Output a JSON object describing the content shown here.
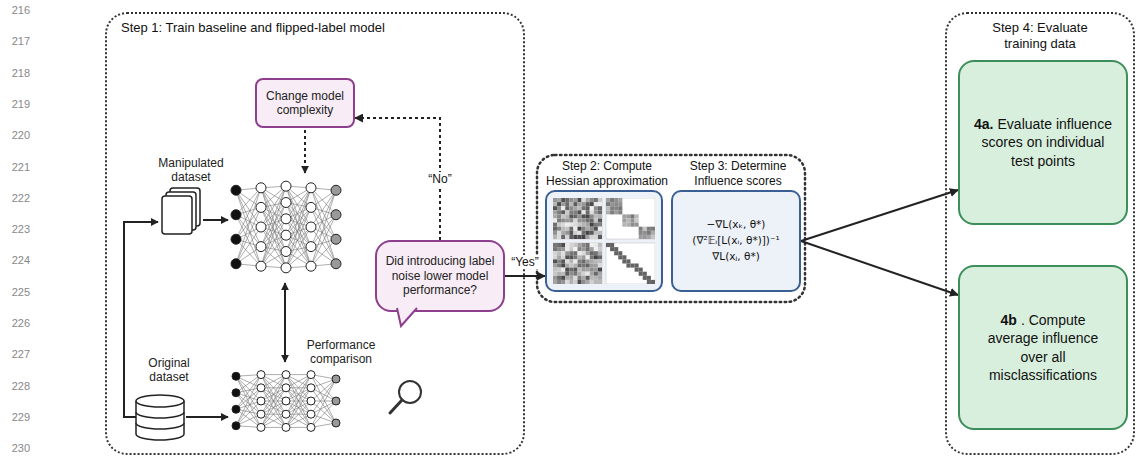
{
  "diagram": {
    "nodes": [
      {
        "text": [
          "Step 1: Train baseline and flipped-label model"
        ]
      },
      {
        "text": [
          "Change model complexity"
        ],
        "in": 0
      },
      {
        "text": [
          "Did introducing label noise lower model performance?"
        ],
        "in": 0
      },
      {
        "text": [
          "Step 2: Compute Hessian approximation"
        ]
      },
      {
        "text": [
          "Step 3: Determine Influence scores",
          "−∇L(xₖ, θ*)",
          "(∇²𝔼ᵢ[L(xᵢ, θ*)])⁻¹",
          "∇L(xⱼ, θ*)"
        ]
      },
      {
        "text": [
          "Step 4: Evaluate training data"
        ]
      },
      {
        "text": [
          "4a.",
          "Evaluate influence scores on individual test points"
        ],
        "in": 5
      },
      {
        "text": [
          "4b",
          ". Compute average influence over all misclassifications"
        ],
        "in": 5
      }
    ],
    "edges": [
      {
        "from": 2,
        "to": 1,
        "arrow": "to",
        "label": "“No”"
      },
      {
        "from": 2,
        "to": 3,
        "arrow": "to",
        "label": "“Yes”"
      },
      {
        "from": 4,
        "to": 6,
        "arrow": "to"
      },
      {
        "from": 4,
        "to": 7,
        "arrow": "to"
      }
    ],
    "labels": [
      "216",
      "217",
      "218",
      "219",
      "220",
      "221",
      "222",
      "223",
      "224",
      "225",
      "226",
      "227",
      "228",
      "229",
      "230",
      "Manipulated dataset",
      "Original dataset",
      "Performance comparison"
    ]
  }
}
